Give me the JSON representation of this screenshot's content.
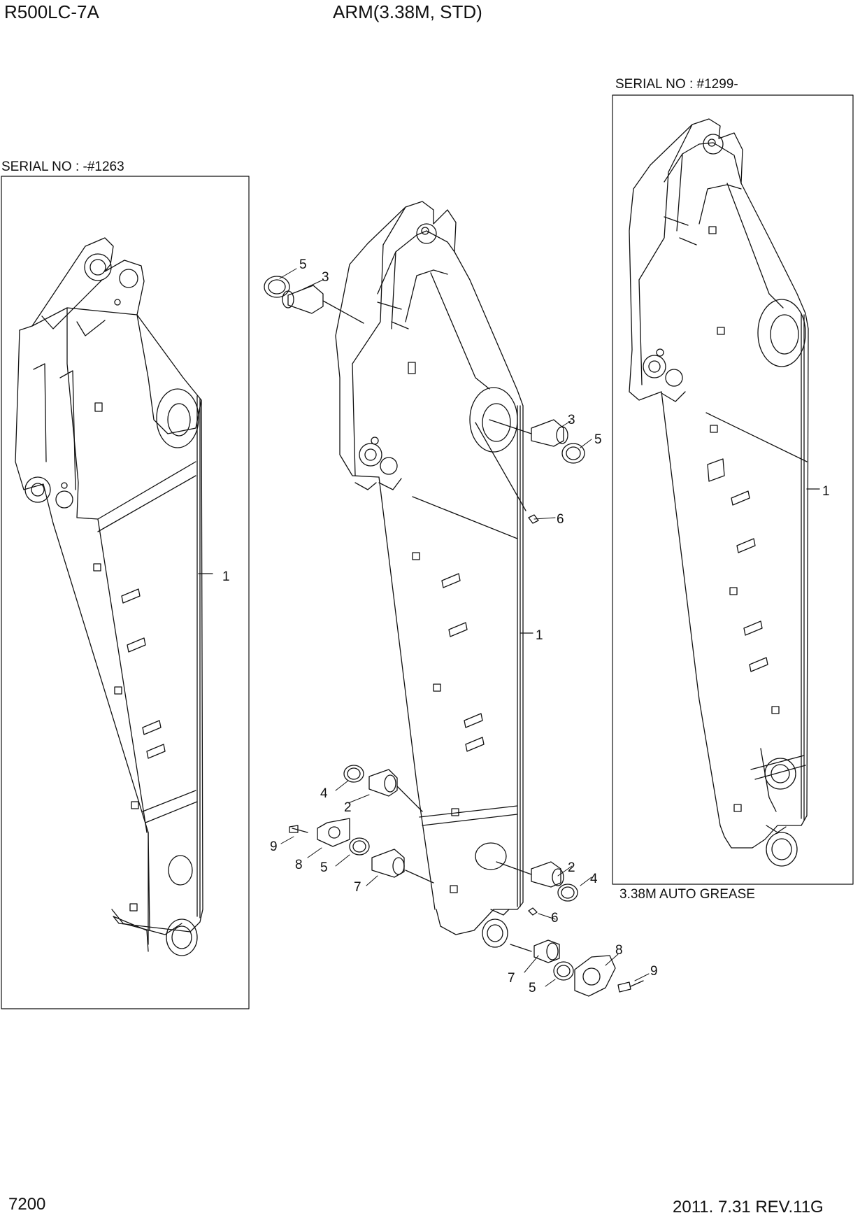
{
  "header": {
    "model": "R500LC-7A",
    "title": "ARM(3.38M, STD)"
  },
  "panels": {
    "left_serial": "SERIAL NO : -#1263",
    "right_serial": "SERIAL NO : #1299-",
    "right_caption": "3.38M AUTO GREASE"
  },
  "callouts": [
    "1",
    "1",
    "1",
    "2",
    "2",
    "3",
    "3",
    "4",
    "4",
    "5",
    "5",
    "5",
    "5",
    "6",
    "6",
    "7",
    "7",
    "8",
    "8",
    "9",
    "9"
  ],
  "footer": {
    "page_number": "7200",
    "revision": "2011. 7.31  REV.11G"
  }
}
